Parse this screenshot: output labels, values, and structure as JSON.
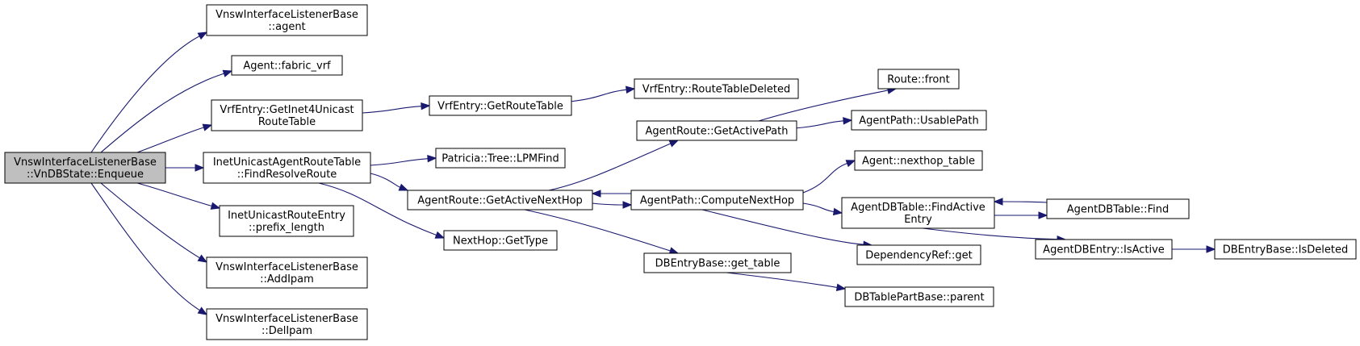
{
  "colors": {
    "edge": "#191970",
    "root_fill": "#bfbfbf",
    "node_fill": "#ffffff",
    "border": "#000000"
  },
  "nodes": [
    {
      "id": "root",
      "root": true,
      "lines": [
        "VnswInterfaceListenerBase",
        "::VnDBState::Enqueue"
      ]
    },
    {
      "id": "agent",
      "lines": [
        "VnswInterfaceListenerBase",
        "::agent"
      ]
    },
    {
      "id": "fabric",
      "lines": [
        "Agent::fabric_vrf"
      ]
    },
    {
      "id": "getinet",
      "lines": [
        "VrfEntry::GetInet4Unicast",
        "RouteTable"
      ]
    },
    {
      "id": "findres",
      "lines": [
        "InetUnicastAgentRouteTable",
        "::FindResolveRoute"
      ]
    },
    {
      "id": "prefix",
      "lines": [
        "InetUnicastRouteEntry",
        "::prefix_length"
      ]
    },
    {
      "id": "addipam",
      "lines": [
        "VnswInterfaceListenerBase",
        "::AddIpam"
      ]
    },
    {
      "id": "delipam",
      "lines": [
        "VnswInterfaceListenerBase",
        "::DelIpam"
      ]
    },
    {
      "id": "getroutetable",
      "lines": [
        "VrfEntry::GetRouteTable"
      ]
    },
    {
      "id": "lpmfind",
      "lines": [
        "Patricia::Tree::LPMFind"
      ]
    },
    {
      "id": "getactivenh",
      "lines": [
        "AgentRoute::GetActiveNextHop"
      ]
    },
    {
      "id": "gettype",
      "lines": [
        "NextHop::GetType"
      ]
    },
    {
      "id": "rtdeleted",
      "lines": [
        "VrfEntry::RouteTableDeleted"
      ]
    },
    {
      "id": "getactivepath",
      "lines": [
        "AgentRoute::GetActivePath"
      ]
    },
    {
      "id": "computenh",
      "lines": [
        "AgentPath::ComputeNextHop"
      ]
    },
    {
      "id": "gettable",
      "lines": [
        "DBEntryBase::get_table"
      ]
    },
    {
      "id": "front",
      "lines": [
        "Route::front"
      ]
    },
    {
      "id": "usable",
      "lines": [
        "AgentPath::UsablePath"
      ]
    },
    {
      "id": "nhtable",
      "lines": [
        "Agent::nexthop_table"
      ]
    },
    {
      "id": "findactive",
      "lines": [
        "AgentDBTable::FindActive",
        "Entry"
      ]
    },
    {
      "id": "depget",
      "lines": [
        "DependencyRef::get"
      ]
    },
    {
      "id": "parent",
      "lines": [
        "DBTablePartBase::parent"
      ]
    },
    {
      "id": "find",
      "lines": [
        "AgentDBTable::Find"
      ]
    },
    {
      "id": "isactive",
      "lines": [
        "AgentDBEntry::IsActive"
      ]
    },
    {
      "id": "isdeleted",
      "lines": [
        "DBEntryBase::IsDeleted"
      ]
    }
  ],
  "edges": [
    [
      "root",
      "agent"
    ],
    [
      "root",
      "fabric"
    ],
    [
      "root",
      "getinet"
    ],
    [
      "root",
      "findres"
    ],
    [
      "root",
      "prefix"
    ],
    [
      "root",
      "addipam"
    ],
    [
      "root",
      "delipam"
    ],
    [
      "getinet",
      "getroutetable"
    ],
    [
      "getroutetable",
      "rtdeleted"
    ],
    [
      "findres",
      "lpmfind"
    ],
    [
      "findres",
      "getactivenh"
    ],
    [
      "findres",
      "gettype"
    ],
    [
      "getactivenh",
      "getactivepath"
    ],
    [
      "getactivenh",
      "computenh"
    ],
    [
      "getactivenh",
      "gettable"
    ],
    [
      "getactivepath",
      "front"
    ],
    [
      "getactivepath",
      "usable"
    ],
    [
      "computenh",
      "getactivenh"
    ],
    [
      "computenh",
      "nhtable"
    ],
    [
      "computenh",
      "findactive"
    ],
    [
      "computenh",
      "depget"
    ],
    [
      "gettable",
      "parent"
    ],
    [
      "findactive",
      "find"
    ],
    [
      "findactive",
      "isactive"
    ],
    [
      "find",
      "findactive"
    ],
    [
      "isactive",
      "isdeleted"
    ]
  ]
}
